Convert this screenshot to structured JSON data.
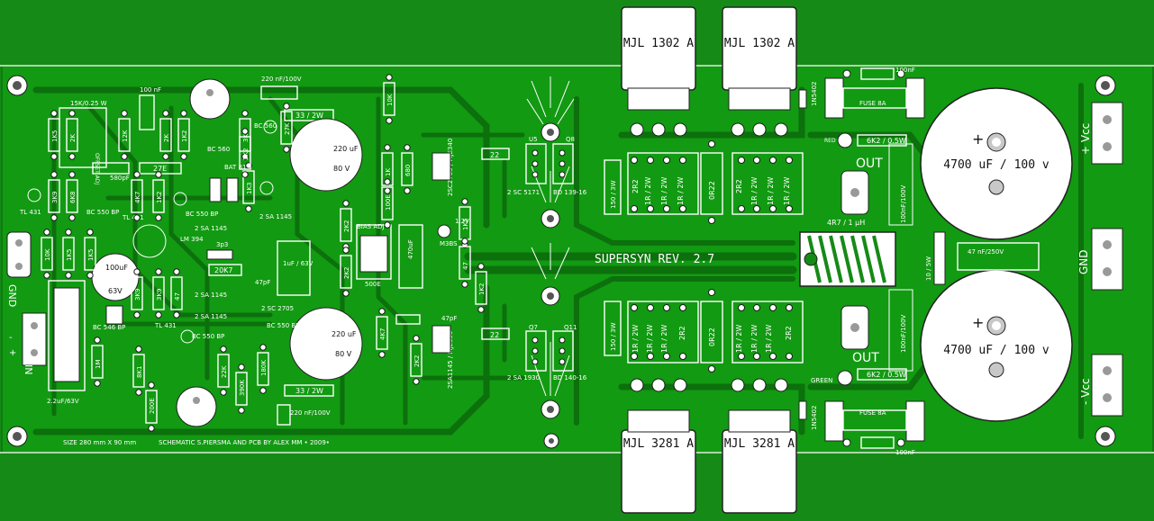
{
  "board": {
    "title": "SUPERSYN REV. 2.7",
    "size_note": "SIZE 280 mm X 90 mm",
    "credit": "SCHEMATIC S.PIERSMA AND PCB BY ALEX MM • 2009•",
    "colors": {
      "board": "#168a16",
      "copper": "#129a12",
      "trace": "#0c700c",
      "silkscreen": "#ffffff"
    }
  },
  "transistors": {
    "top_left": "MJL 1302 A",
    "top_right": "MJL 1302 A",
    "bottom_left": "MJL 3281 A",
    "bottom_right": "MJL 3281 A"
  },
  "power": {
    "cap_top": "4700 uF / 100 v",
    "cap_bottom": "4700 uF / 100 v",
    "vcc_pos": "+ Vcc",
    "vcc_neg": "- Vcc",
    "gnd_right": "GND",
    "fuse_top": "FUSE 8A",
    "fuse_bottom": "FUSE 8A",
    "cap_100nf_top": "100nF",
    "cap_100nf_bottom": "100nF",
    "diode_top": "1N5402",
    "diode_bottom": "1N5402",
    "res_red": "6K2 / 0.5W",
    "res_green": "6K2 / 0.5W",
    "led_red": "RED",
    "led_green": "GREEN",
    "out_top": "OUT",
    "out_bottom": "OUT",
    "coil": "4R7 / 1 µH",
    "snub_cap": "47 nF/250V",
    "snub_res": "10 / 5W",
    "zobel_top": "100nF/100V",
    "zobel_bottom": "100nF/100V"
  },
  "output_stage": {
    "emitter_res": [
      "2R2",
      "1R / 2W",
      "1R / 2W",
      "1R / 2W",
      "1R / 2W",
      "0R22",
      "2R2"
    ],
    "q_labels": [
      "U5",
      "Q8",
      "Q7",
      "Q11"
    ],
    "driver_top": "2 SC 5171",
    "driver_top_b": "BD 139-16",
    "driver_bottom": "2 SA 1930",
    "driver_bottom_b": "BD 140-16",
    "r_22_top": "22",
    "r_22_bottom": "22",
    "bias_r_top": "150 / 3W",
    "bias_r_bottom": "150 / 3W"
  },
  "input_stage": {
    "gnd_left": "GND",
    "in_label": "IN",
    "in_minus": "-",
    "in_plus": "+",
    "in_cap": "2.2uF/63V",
    "offset_adj": "OFFSET ADJ",
    "r_15k": "15K/0.25 W",
    "c_100nf": "100 nF",
    "c_220nf_top": "220 nF/100V",
    "c_220nf_bottom": "220 nF/100V",
    "c_220uf_top": "220 uF",
    "c_220uf_top_v": "80 V",
    "c_220uf_bottom": "220 uF",
    "c_220uf_bottom_v": "80 V",
    "c_100uf": "100uF",
    "c_100uf_v": "63V",
    "r_33_top": "33 / 2W",
    "r_33_bottom": "33 / 2W",
    "c_580pf": "580pF",
    "r_27e": "27E",
    "c_3p3": "3p3",
    "r_20k7": "20K7",
    "c_47pf": "47pF",
    "c_47pf_b": "47pF",
    "c_1uf": "1uF / 63V",
    "bias_adj": "BIAS ADJ",
    "bias_val": "500E",
    "c_470uf": "470uF",
    "v_1_2": "1.2V",
    "led_m3bs": "M3BS",
    "tl431_a": "TL 431",
    "tl431_b": "TL 431",
    "tl431_c": "TL 431",
    "lm394": "LM 394",
    "bat81": "BAT 81",
    "ic_labels": [
      "BC 560",
      "BC 560",
      "BC 550 BP",
      "BC 550 BP",
      "BC 550 BP",
      "BC 550 BP",
      "BC 546 BP",
      "2 SA 1145",
      "2 SA 1145",
      "2 SA 1145",
      "2 SA 1145",
      "2 SC 2705",
      "2SC2705 / MJE340",
      "2SA1145 / MJE350"
    ],
    "res_values": [
      "1K5",
      "2K",
      "12K",
      "2K",
      "1K2",
      "3K9",
      "27K",
      "10K",
      "3K9",
      "6K8",
      "4K7",
      "1K2",
      "1K3",
      "10K",
      "1K5",
      "1K5",
      "47",
      "3K9",
      "3K9",
      "8K1",
      "1K",
      "680",
      "4K7",
      "2K2",
      "2K2",
      "1K5",
      "47",
      "1K2",
      "2K2",
      "1M",
      "200E",
      "390K",
      "180K",
      "22K",
      "2K2",
      "100E"
    ]
  }
}
